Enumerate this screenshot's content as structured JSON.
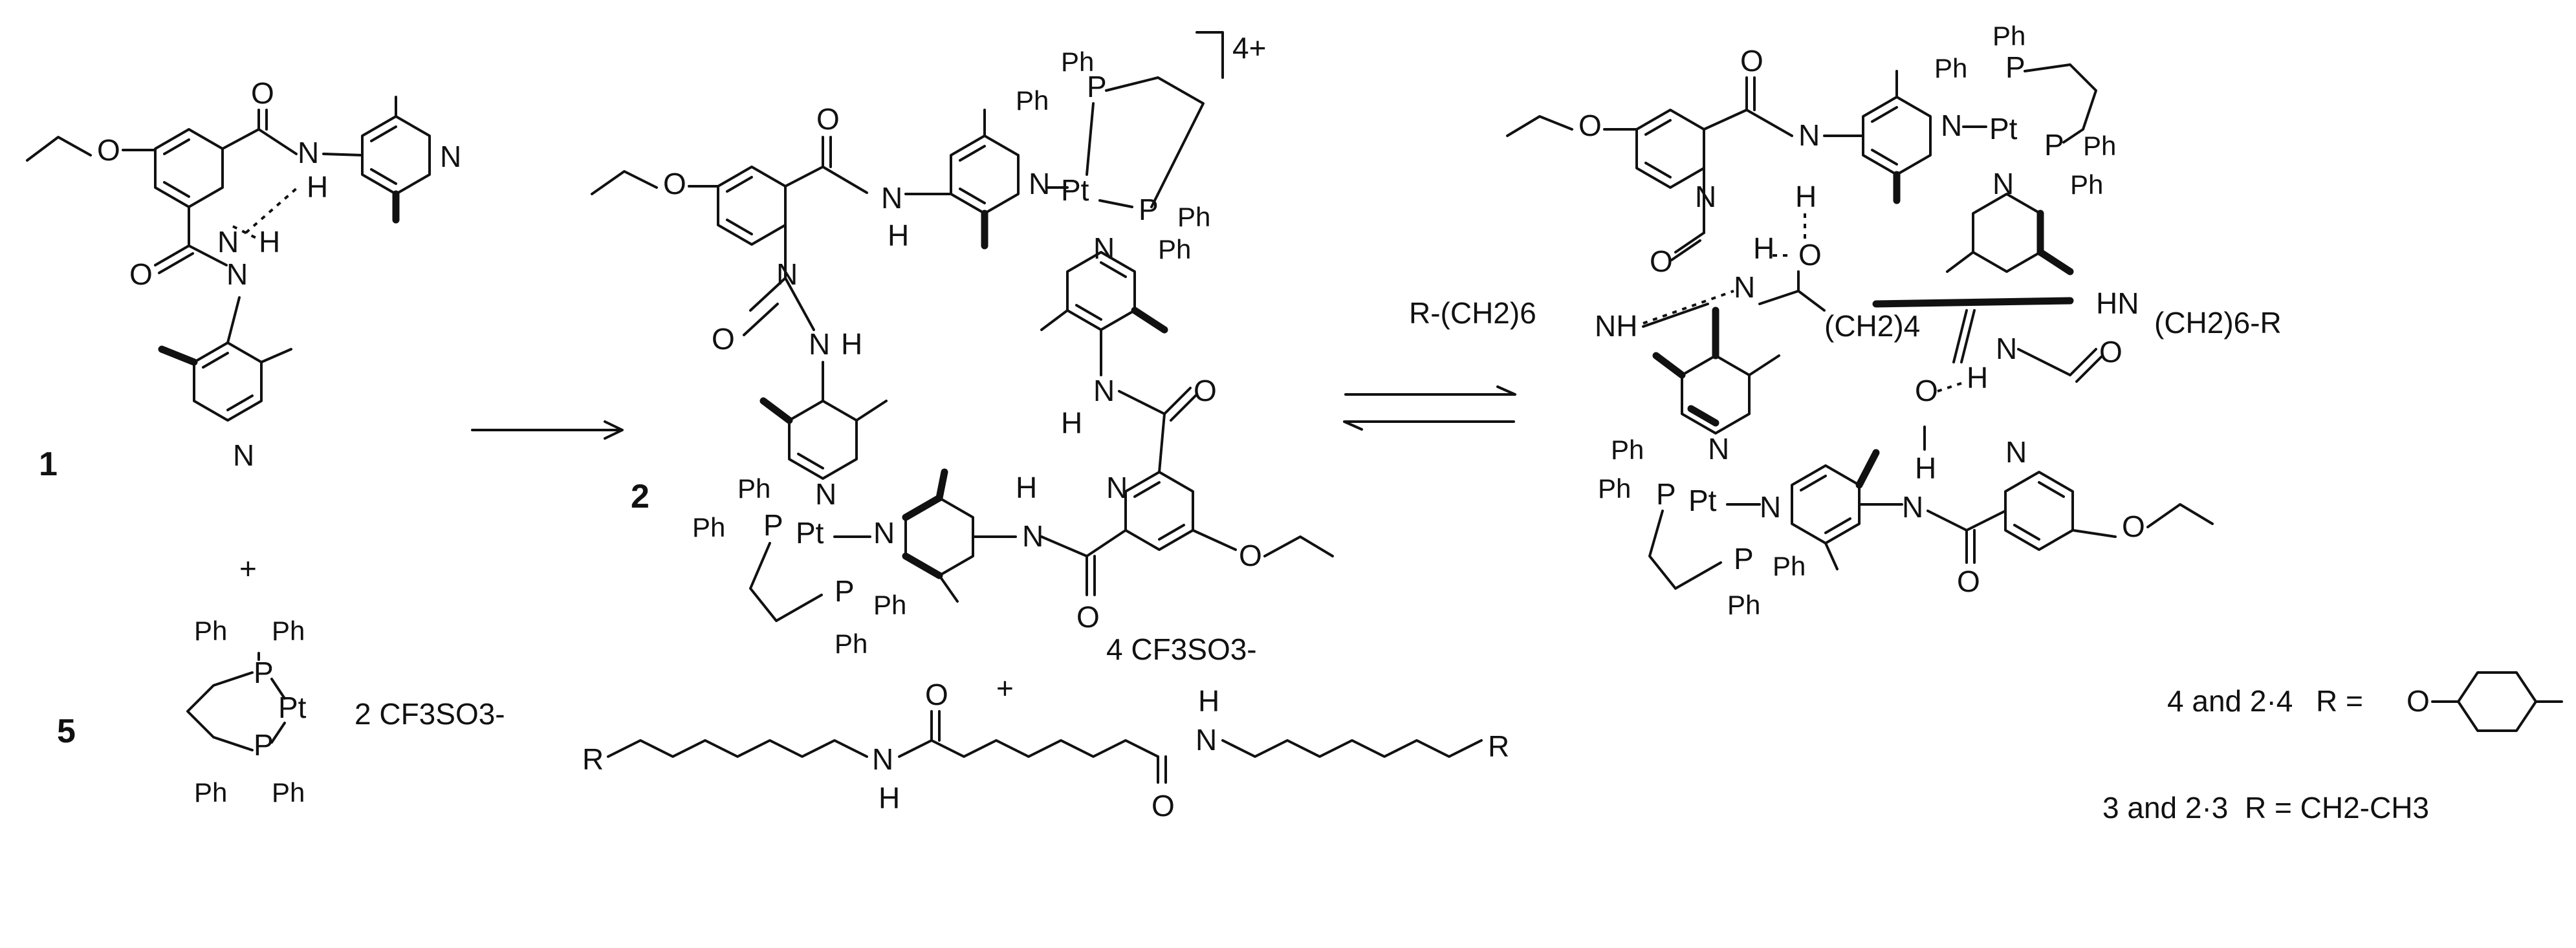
{
  "compounds": {
    "c1": "1",
    "c2": "2",
    "c5": "5",
    "counterion_5": "2 CF3SO3-",
    "counterion_2": "4 CF3SO3-",
    "charge_2": "4+",
    "plus_1": "+",
    "plus_2": "+"
  },
  "atoms": {
    "N": "N",
    "H": "H",
    "O": "O",
    "P": "P",
    "Pt": "Pt",
    "Ph": "Ph",
    "R": "R",
    "NH": "NH",
    "HN": "HN",
    "ch2_6_left": "R-(CH2)6",
    "ch2_6_right": "(CH2)6-R",
    "ch2_4": "(CH2)4"
  },
  "legend": {
    "row1_compounds": "4 and 2·4",
    "row1_r_equals": "R =",
    "row2_compounds": "3 and 2·3",
    "row2_r_value": "R = CH2-CH3",
    "trityl_o": "O"
  },
  "colors": {
    "ink": "#111111",
    "background": "#ffffff"
  }
}
